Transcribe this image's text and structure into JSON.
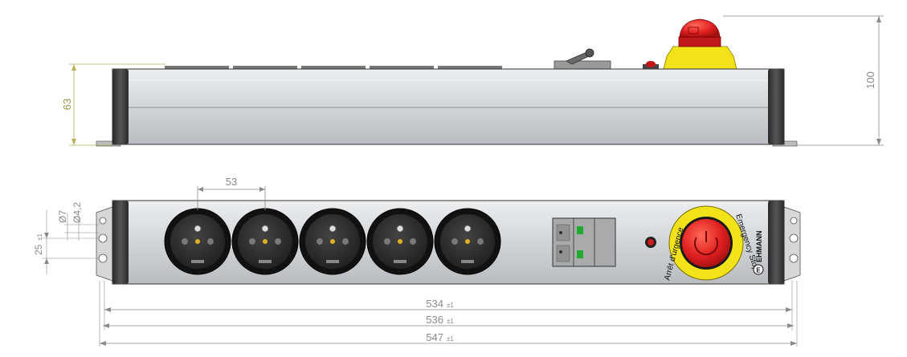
{
  "dimensions": {
    "height_top": "63",
    "height_total": "100",
    "socket_pitch": "53",
    "diameter_7": "Ø7",
    "diameter_4_2": "Ø4,2",
    "mount_pitch": "25",
    "mount_pitch_tol": "±1",
    "length_534": "534",
    "length_536": "536",
    "length_547": "547",
    "tolerance": "±1"
  },
  "labels": {
    "arret": "Arrêt d'urgence",
    "emergency": "Emergency Stop",
    "brand": "EHMANN",
    "brand_mark": "E"
  },
  "colors": {
    "housing": "#d4d6d8",
    "endcap": "#3a3a3a",
    "socket": "#2a2a2a",
    "estop_red": "#e02020",
    "estop_yellow": "#f2e21a",
    "dim_line": "#8a8a8a",
    "dim_line_olive": "#b8b25a"
  }
}
